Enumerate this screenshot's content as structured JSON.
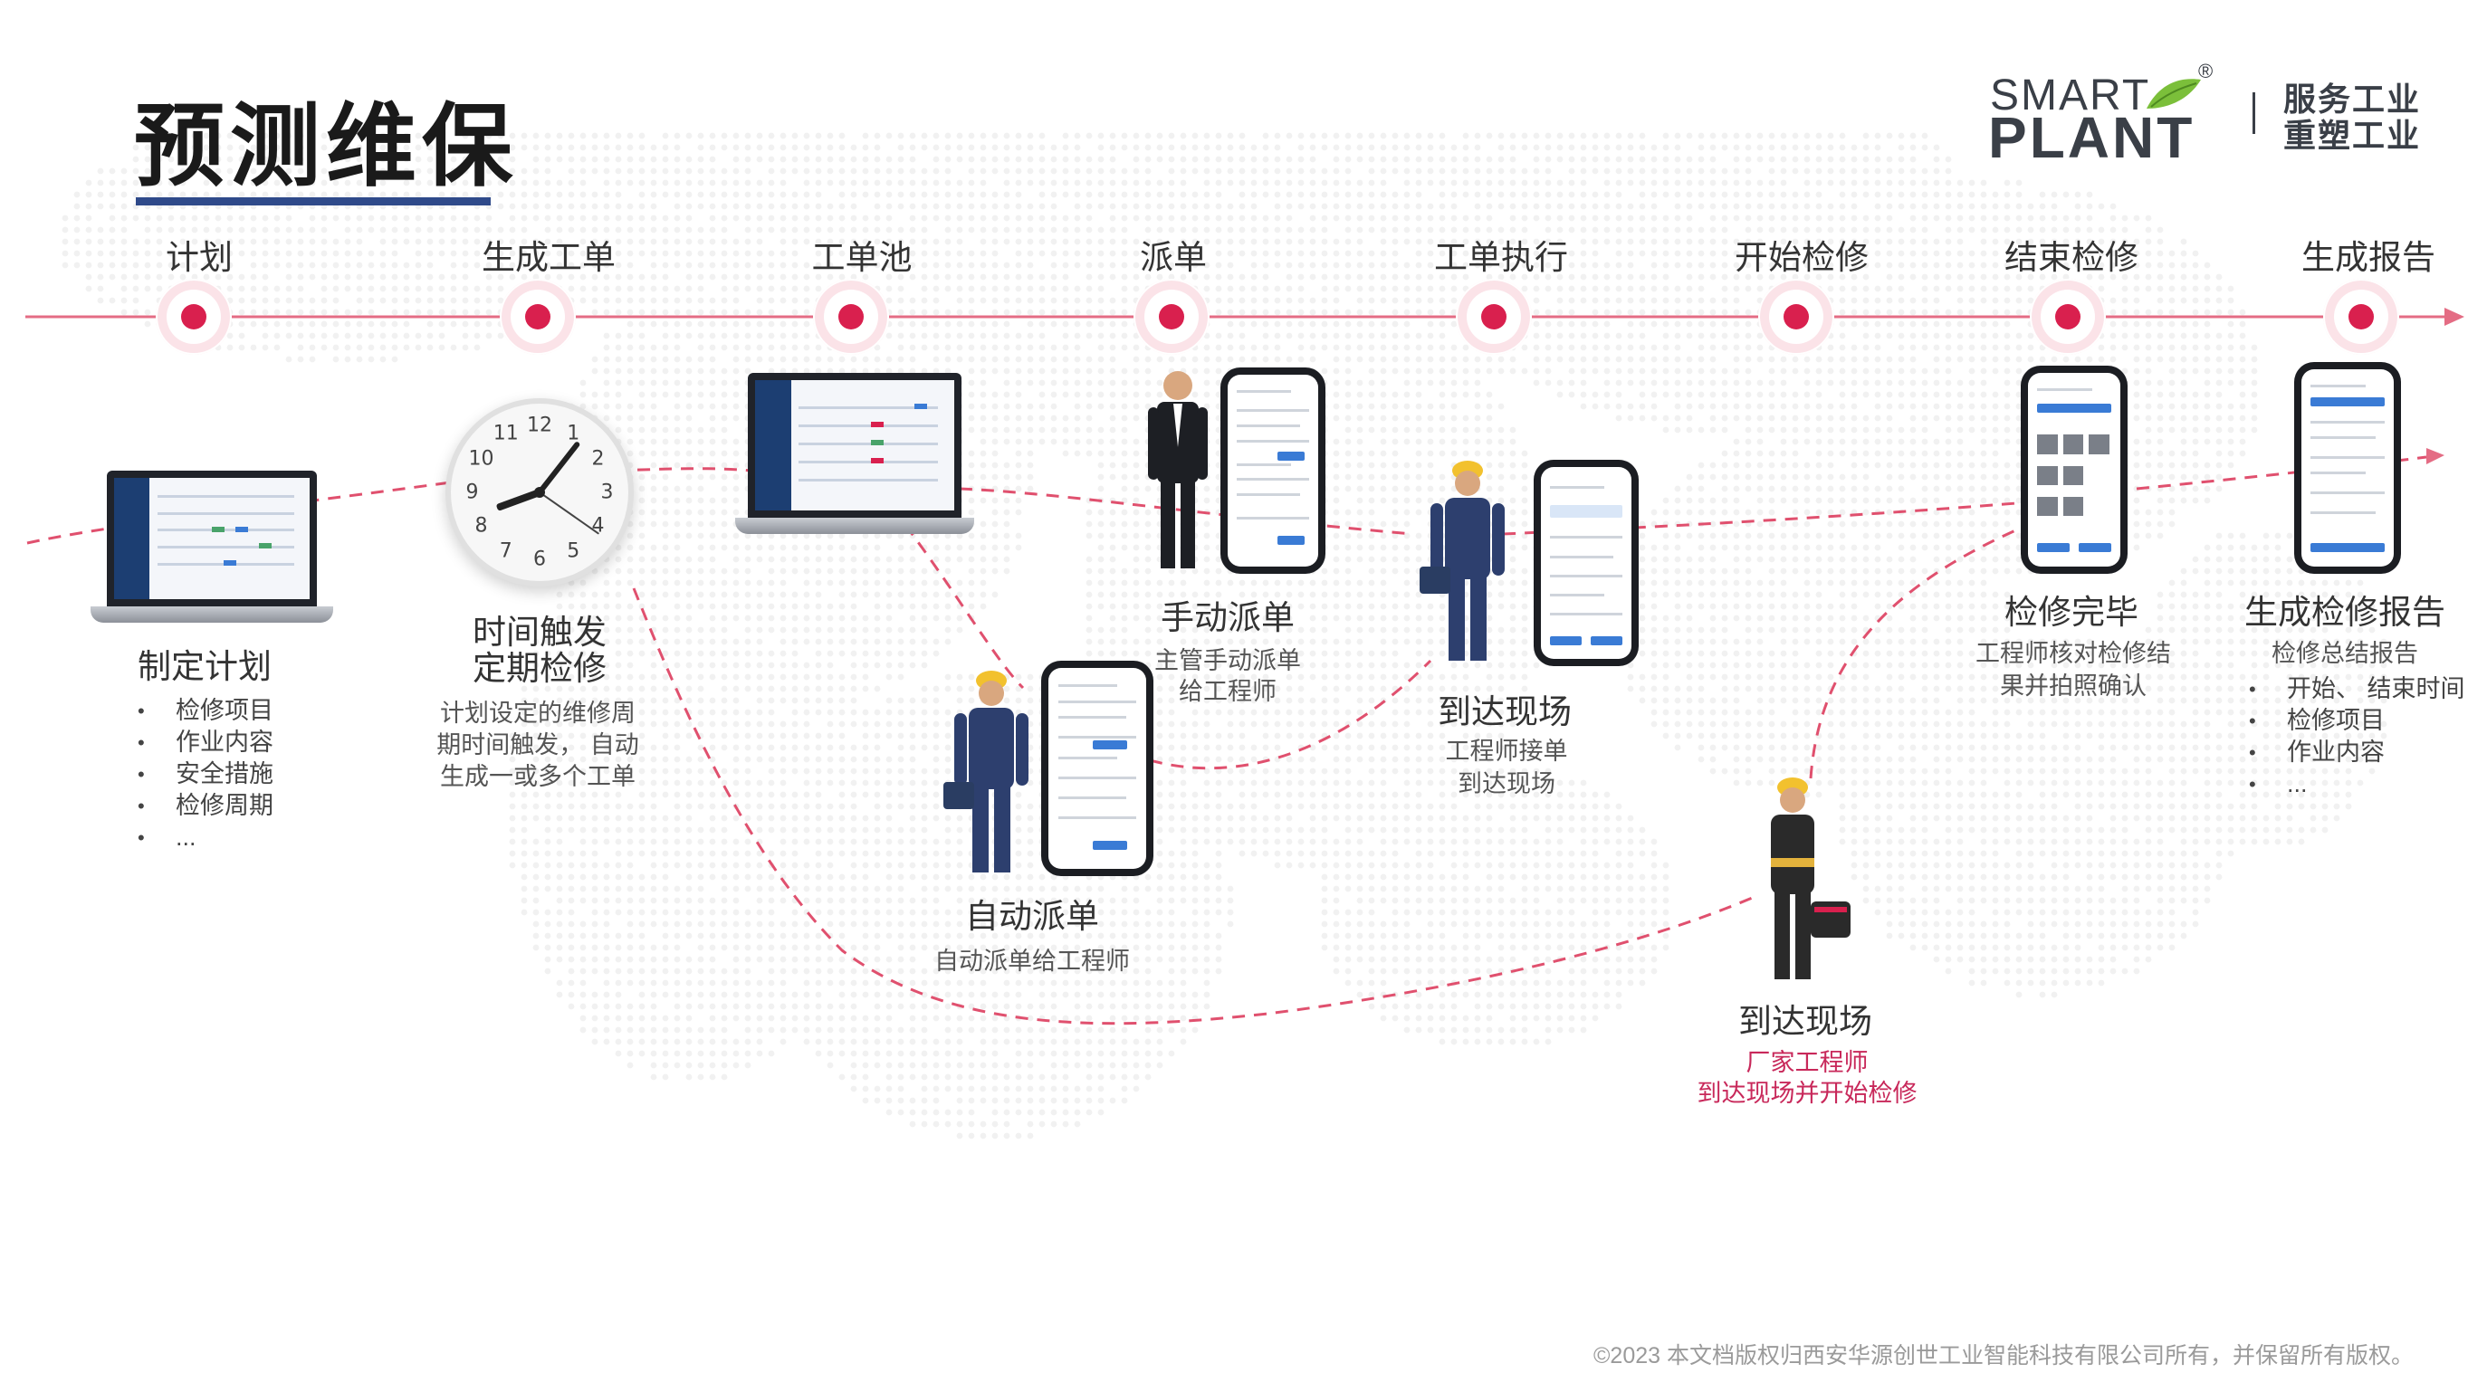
{
  "title": "预测维保",
  "logo": {
    "smart": "SMART",
    "plant": "PLANT",
    "reg": "®",
    "slogan_line1": "服务工业",
    "slogan_line2": "重塑工业"
  },
  "colors": {
    "accent": "#d9204e",
    "timeline": "#e46c84",
    "title_underline": "#2f4a8a",
    "highlight_text": "#c8285a"
  },
  "timeline": {
    "stages": [
      "计划",
      "生成工单",
      "工单池",
      "派单",
      "工单执行",
      "开始检修",
      "结束检修",
      "生成报告"
    ]
  },
  "steps": {
    "plan": {
      "heading": "制定计划",
      "items": [
        "检修项目",
        "作业内容",
        "安全措施",
        "检修周期",
        "..."
      ],
      "icon": "laptop-icon"
    },
    "trigger": {
      "heading_line1": "时间触发",
      "heading_line2": "定期检修",
      "desc_line1": "计划设定的维修周",
      "desc_line2": "期时间触发，  自动",
      "desc_line3": "生成一或多个工单",
      "icon": "clock-icon"
    },
    "pool": {
      "icon": "laptop-icon"
    },
    "auto_dispatch": {
      "heading": "自动派单",
      "desc": "自动派单给工程师",
      "icon": "worker-icon"
    },
    "manual_dispatch": {
      "heading": "手动派单",
      "desc_line1": "主管手动派单",
      "desc_line2": "给工程师",
      "icon": "manager-icon"
    },
    "arrive_site": {
      "heading": "到达现场",
      "desc_line1": "工程师接单",
      "desc_line2": "到达现场",
      "icon": "worker-icon"
    },
    "vendor_arrive": {
      "heading": "到达现场",
      "desc_line1": "厂家工程师",
      "desc_line2": "到达现场并开始检修",
      "icon": "worker-icon"
    },
    "finish": {
      "heading": "检修完毕",
      "desc_line1": "工程师核对检修结",
      "desc_line2": "果并拍照确认",
      "icon": "phone-icon"
    },
    "report": {
      "heading": "生成检修报告",
      "desc": "检修总结报告",
      "items": [
        "开始、  结束时间",
        "检修项目",
        "作业内容",
        "..."
      ],
      "icon": "phone-icon"
    }
  },
  "clock_numbers": [
    "12",
    "1",
    "2",
    "3",
    "4",
    "5",
    "6",
    "7",
    "8",
    "9",
    "10",
    "11"
  ],
  "copyright": "©2023 本文档版权归西安华源创世工业智能科技有限公司所有，并保留所有版权。"
}
